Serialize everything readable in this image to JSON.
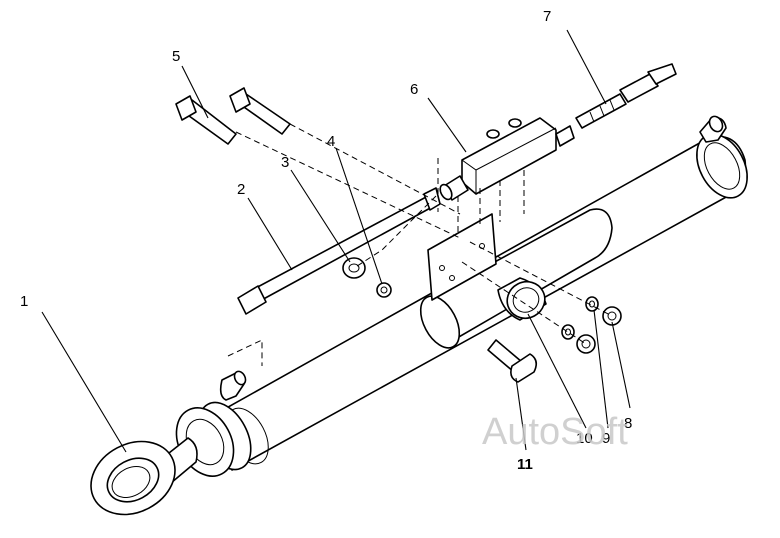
{
  "diagram": {
    "callouts": [
      "1",
      "2",
      "3",
      "4",
      "5",
      "6",
      "7",
      "8",
      "9",
      "10",
      "11"
    ],
    "watermark": "AutoSoft"
  }
}
